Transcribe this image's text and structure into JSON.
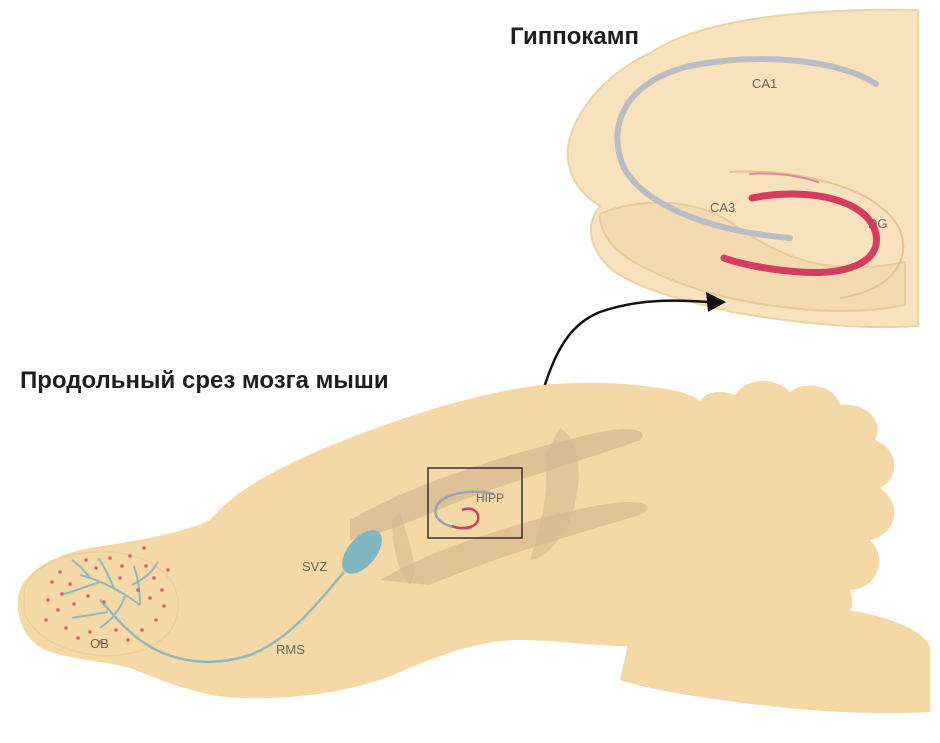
{
  "titles": {
    "hippocampus": "Гиппокамп",
    "brain_section": "Продольный срез мозга мыши"
  },
  "labels": {
    "ca1": "CA1",
    "ca3": "CA3",
    "dg": "DG",
    "hipp": "HIPP",
    "svz": "SVZ",
    "rms": "RMS",
    "ob": "OB"
  },
  "colors": {
    "tissue": "#f4d9a6",
    "tissue_outline": "#e8c88f",
    "hippocampus_tissue": "#f7e2bd",
    "dark_band": "#d8b892",
    "ca_layer": "#b9bec4",
    "dentate_gyrus": "#d63c5e",
    "ventricle": "#7fb6c2",
    "rms_path": "#8fb9c0",
    "ob_dots": "#d9606d",
    "arrow": "#111111",
    "zoom_box": "#333333"
  }
}
